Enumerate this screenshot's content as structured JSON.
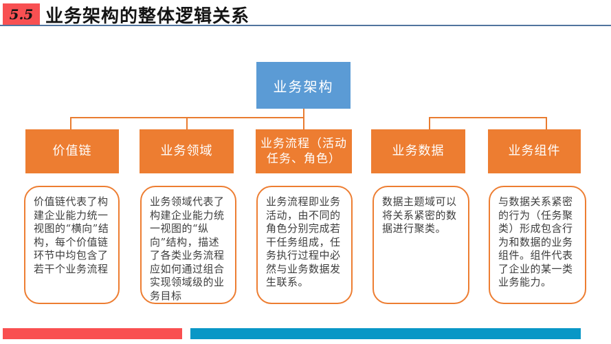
{
  "header": {
    "number": "5.5",
    "title": "业务架构的整体逻辑关系"
  },
  "root": {
    "label": "业务架构"
  },
  "branches": [
    {
      "label": "价值链",
      "desc": "价值链代表了构建企业能力统一视图的“横向”结构，每个价值链环节中均包含了若干个业务流程"
    },
    {
      "label": "业务领域",
      "desc": "业务领域代表了构建企业能力统一视图的“纵向”结构，描述了各类业务流程应如何通过组合实现领域级的业务目标"
    },
    {
      "label": "业务流程（活动\n任务、角色）",
      "desc": "业务流程即业务活动，由不同的角色分别完成若干任务组成，任务执行过程中必然与业务数据发生联系。"
    },
    {
      "label": "业务数据",
      "desc": "数据主题域可以将关系紧密的数据进行聚类。"
    },
    {
      "label": "业务组件",
      "desc": "与数据关系紧密的行为（任务聚类）形成包含行为和数据的业务组件。组件代表了企业的某一类业务能力。"
    }
  ],
  "colors": {
    "node_root_blue": "#5b9bd5",
    "node_branch_orange": "#ed7d31",
    "connector_orange": "#e97b2f",
    "header_badge_red": "#f85052",
    "header_rule_blue": "#50749e",
    "footer_bar_red": "#f94f50",
    "footer_bar_blue": "#0997c6"
  }
}
